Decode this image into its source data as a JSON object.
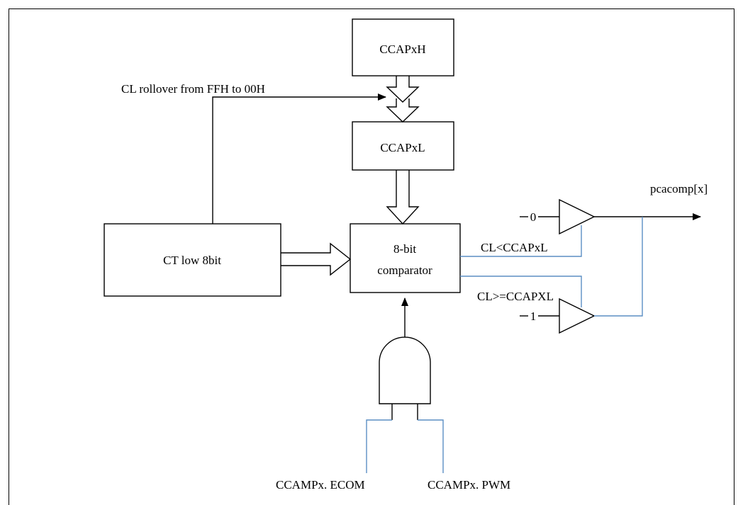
{
  "blocks": {
    "ccapxh": "CCAPxH",
    "ccapxl": "CCAPxL",
    "ct_low": "CT low 8bit",
    "comparator_line1": "8-bit",
    "comparator_line2": "comparator"
  },
  "signals": {
    "rollover": "CL rollover from FFH to 00H",
    "output": "pcacomp[x]",
    "cl_lt": "CL<CCAPxL",
    "cl_ge": "CL>=CCAPXL",
    "const_0": "0",
    "const_1": "1",
    "ecom": "CCAMPx. ECOM",
    "pwm": "CCAMPx. PWM"
  },
  "colors": {
    "wire": "#000000",
    "signal_wire": "#5b8ec4"
  }
}
